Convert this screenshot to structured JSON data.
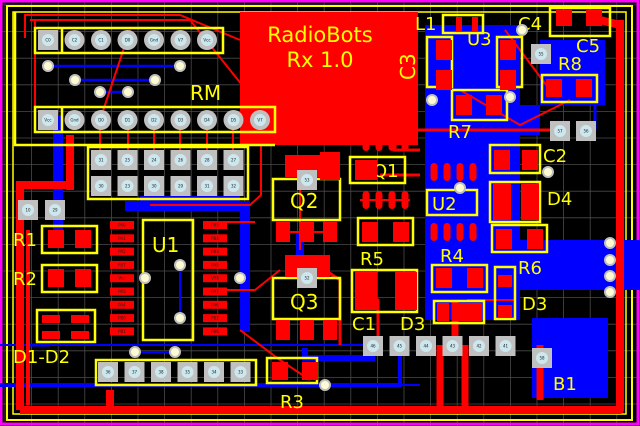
{
  "board": {
    "title_line1": "RadioBots",
    "title_line2": "Rx 1.0",
    "colors": {
      "background": "#000000",
      "grid": "#5a5a5a",
      "top_copper": "#ff0000",
      "bottom_copper": "#0000ff",
      "silkscreen": "#ffff00",
      "board_edge": "#ff00ff",
      "pad_through_hole": "#c0c0c0",
      "pad_center": "#cce8ee",
      "via": "#fffbd0"
    }
  },
  "components": {
    "RM": "RM",
    "U1": "U1",
    "U2": "U2",
    "U3": "U3",
    "Q1": "Q1",
    "Q2": "Q2",
    "Q3": "Q3",
    "C1": "C1",
    "C2": "C2",
    "C3": "C3",
    "C4": "C4",
    "C5": "C5",
    "R1": "R1",
    "R2": "R2",
    "R3": "R3",
    "R4": "R4",
    "R5": "R5",
    "R6": "R6",
    "R7": "R7",
    "R8": "R8",
    "D1D2": "D1-D2",
    "D3a": "D3",
    "D3b": "D3",
    "D4": "D4",
    "L1": "L1",
    "B1": "B1"
  },
  "rm_top_pins": [
    "C0",
    "C2",
    "C1",
    "D0",
    "Gnd",
    "V7",
    "Vcc"
  ],
  "rm_bottom_pins": [
    "Vcc",
    "Gnd",
    "D0",
    "D1",
    "D2",
    "D3",
    "D4",
    "D5",
    "V7"
  ],
  "header_grid_top": [
    "31",
    "25",
    "24",
    "26",
    "28",
    "27"
  ],
  "header_grid_bottom": [
    "30",
    "23",
    "30",
    "29",
    "31",
    "32"
  ],
  "bottom_header_pins": [
    "36",
    "37",
    "38",
    "35",
    "34",
    "33"
  ],
  "right_header_pins": [
    "46",
    "45",
    "44",
    "43",
    "42",
    "41"
  ],
  "u1_left_pins": [
    "PA0",
    "PA1",
    "PA2",
    "RST",
    "Vcc",
    "PA3",
    "PA4",
    "PB0",
    "PB1"
  ],
  "u1_right_pins": [
    "PB5",
    "PB4",
    "PB3",
    "PA5",
    "VSS",
    "PA7",
    "PA6",
    "PB2",
    "PB6"
  ],
  "misc_pads": {
    "left_pair": [
      "10",
      "29"
    ],
    "c4_pad": "55",
    "r8_pads": [
      "57",
      "56"
    ],
    "b1_pad": "58",
    "q2_tab": "53",
    "q3_tab": "52"
  }
}
